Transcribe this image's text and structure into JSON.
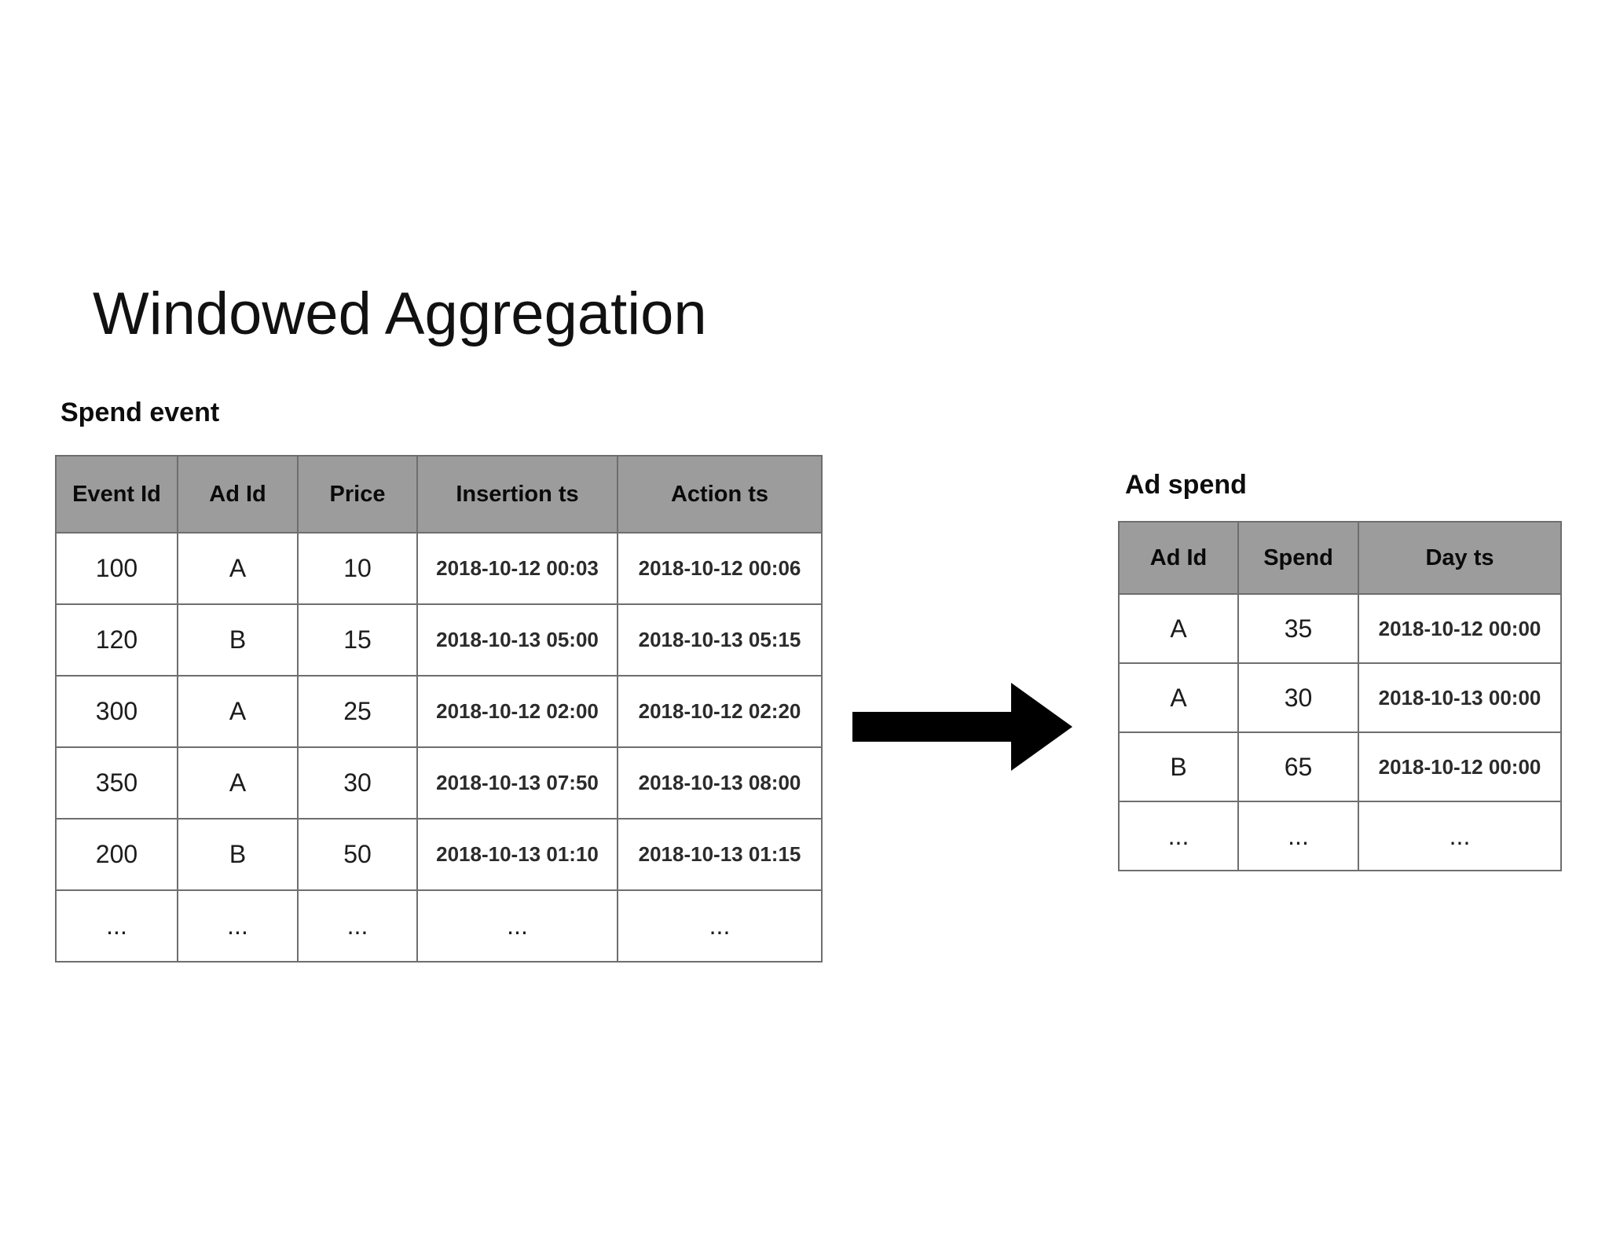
{
  "title": "Windowed Aggregation",
  "spend_event_table": {
    "label": "Spend event",
    "headers": [
      "Event Id",
      "Ad Id",
      "Price",
      "Insertion ts",
      "Action ts"
    ],
    "rows": [
      [
        "100",
        "A",
        "10",
        "2018-10-12 00:03",
        "2018-10-12 00:06"
      ],
      [
        "120",
        "B",
        "15",
        "2018-10-13 05:00",
        "2018-10-13 05:15"
      ],
      [
        "300",
        "A",
        "25",
        "2018-10-12 02:00",
        "2018-10-12 02:20"
      ],
      [
        "350",
        "A",
        "30",
        "2018-10-13 07:50",
        "2018-10-13 08:00"
      ],
      [
        "200",
        "B",
        "50",
        "2018-10-13 01:10",
        "2018-10-13 01:15"
      ],
      [
        "...",
        "...",
        "...",
        "...",
        "..."
      ]
    ]
  },
  "ad_spend_table": {
    "label": "Ad spend",
    "headers": [
      "Ad Id",
      "Spend",
      "Day ts"
    ],
    "rows": [
      [
        "A",
        "35",
        "2018-10-12 00:00"
      ],
      [
        "A",
        "30",
        "2018-10-13 00:00"
      ],
      [
        "B",
        "65",
        "2018-10-12 00:00"
      ],
      [
        "...",
        "...",
        "..."
      ]
    ]
  },
  "arrow": {
    "direction": "right",
    "color": "#000000"
  },
  "colors": {
    "background": "#ffffff",
    "header_bg": "#9c9c9c",
    "border": "#6e6e6e",
    "text": "#1c1c1c"
  }
}
